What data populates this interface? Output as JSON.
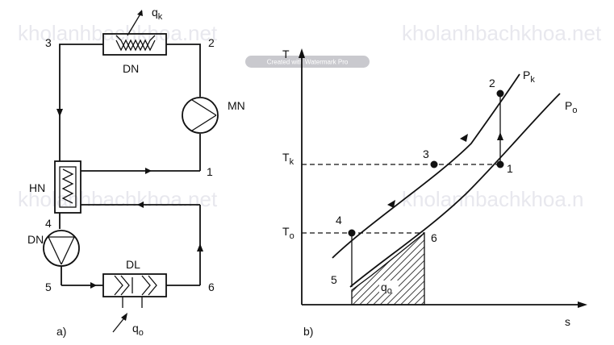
{
  "watermarks": [
    "kholanhbachkhoa.net",
    "kholanhbachkhoa.net",
    "kholanhbachkhoa.net",
    "kholanhbachkhoa.n"
  ],
  "watermark_banner": "Created with Watermark Pro",
  "circuit": {
    "caption": "a)",
    "components": {
      "condenser": "DN",
      "compressor": "MN",
      "heat_exchanger": "HN",
      "pump": "DN",
      "evaporator": "DL"
    },
    "heat": {
      "condenser": "q",
      "condenser_sub": "k",
      "evaporator": "q",
      "evaporator_sub": "o"
    },
    "nodes": [
      "1",
      "2",
      "3",
      "4",
      "5",
      "6"
    ]
  },
  "ts_diagram": {
    "caption": "b)",
    "y_axis": "T",
    "x_axis": "s",
    "isobars": {
      "high": "P",
      "high_sub": "k",
      "low": "P",
      "low_sub": "o"
    },
    "temps": {
      "tk": "T",
      "tk_sub": "k",
      "to": "T",
      "to_sub": "o"
    },
    "points": [
      "1",
      "2",
      "3",
      "4",
      "5",
      "6"
    ],
    "area_label": "q",
    "area_label_sub": "o"
  }
}
